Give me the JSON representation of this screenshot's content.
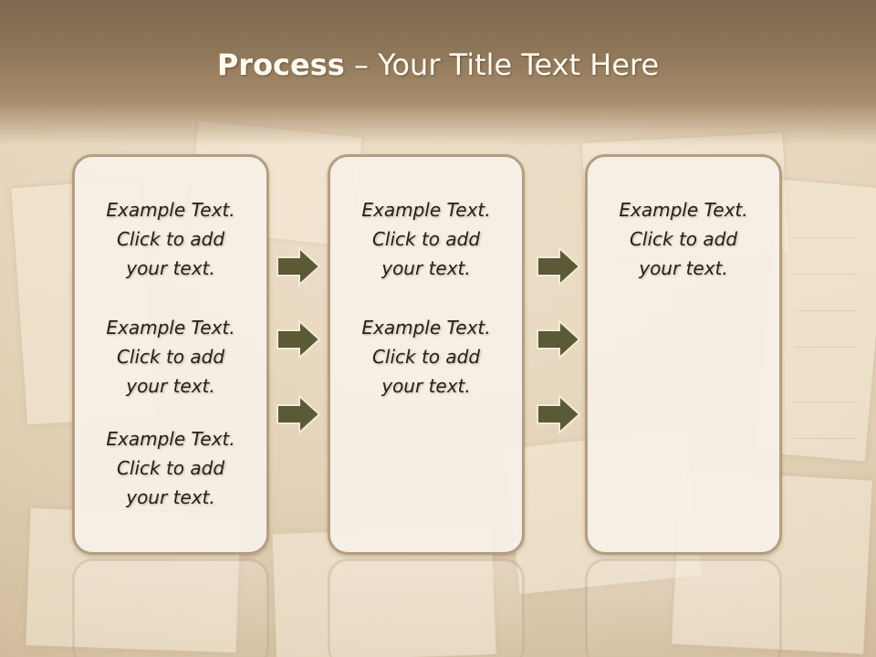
{
  "slide": {
    "title_bold": "Process",
    "title_sep": " – ",
    "title_rest": "Your Title Text Here"
  },
  "columns": [
    {
      "items": [
        {
          "line1": "Example Text.",
          "line2": "Click  to add",
          "line3": "your text."
        },
        {
          "line1": "Example Text.",
          "line2": "Click  to add",
          "line3": "your text."
        },
        {
          "line1": "Example Text.",
          "line2": "Click  to add",
          "line3": "your text."
        }
      ]
    },
    {
      "items": [
        {
          "line1": "Example Text.",
          "line2": "Click  to add",
          "line3": "your text."
        },
        {
          "line1": "Example Text.",
          "line2": "Click  to add",
          "line3": "your text."
        }
      ]
    },
    {
      "items": [
        {
          "line1": "Example Text.",
          "line2": "Click  to add",
          "line3": "your text."
        }
      ]
    }
  ],
  "arrows": {
    "icon": "right-arrow-icon",
    "fill": "#5b5a36",
    "stroke": "#f2ead8"
  },
  "colors": {
    "header": "#8e7659",
    "panel_border": "#b59e80",
    "panel_fill": "#f6f0e7"
  }
}
